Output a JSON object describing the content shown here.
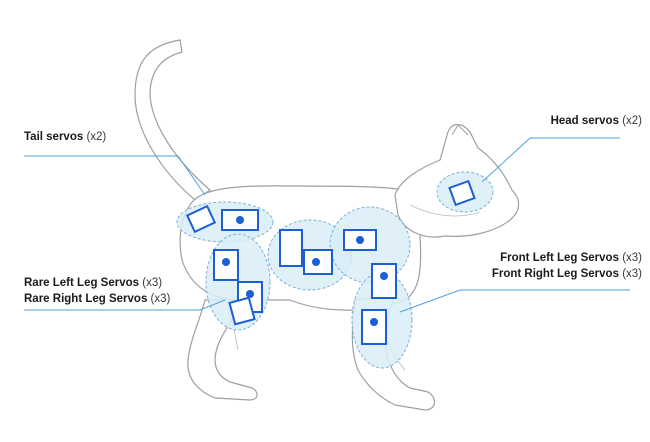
{
  "image": {
    "colors": {
      "outline": "#9aa0a6",
      "zone_fill": "#d9edf7",
      "zone_stroke": "#7ab0d6",
      "servo": "#1a5fd6",
      "leader_line": "#4da3d9",
      "text": "#1a1a1a"
    }
  },
  "labels": {
    "tail": {
      "name": "Tail servos",
      "count": "(x2)"
    },
    "head": {
      "name": "Head servos",
      "count": "(x2)"
    },
    "rear_left": {
      "name": "Rare Left Leg Servos",
      "count": "(x3)"
    },
    "rear_right": {
      "name": "Rare Right Leg Servos",
      "count": "(x3)"
    },
    "front_left": {
      "name": "Front Left Leg Servos",
      "count": "(x3)"
    },
    "front_right": {
      "name": "Front Right Leg Servos",
      "count": "(x3)"
    }
  }
}
